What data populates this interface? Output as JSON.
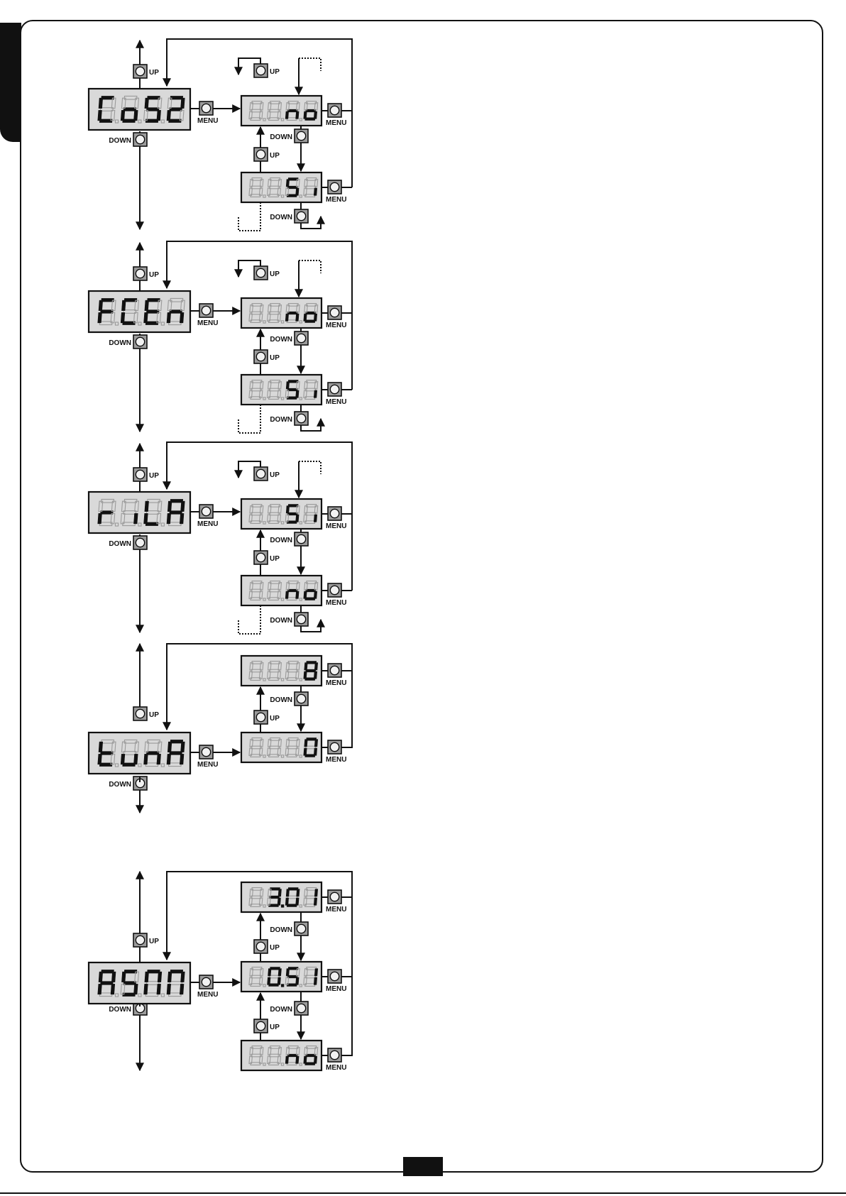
{
  "labels": {
    "up": "UP",
    "down": "DOWN",
    "menu": "MENU"
  },
  "colors": {
    "display_bg": "#d9d9d9",
    "button_bg": "#9c9c9c",
    "segment_on": "#111111",
    "segment_off": "#9a9a9a",
    "line": "#111111"
  },
  "blocks": [
    {
      "type": "toggle",
      "main": [
        {
          "ch": "C",
          "dp": true
        },
        {
          "ch": "o",
          "dp": true
        },
        {
          "ch": "S",
          "dp": true
        },
        {
          "ch": "2",
          "dp": false
        }
      ],
      "options": [
        [
          {
            "ch": "",
            "dp": true
          },
          {
            "ch": "",
            "dp": true
          },
          {
            "ch": "n",
            "dp": true
          },
          {
            "ch": "o",
            "dp": false
          }
        ],
        [
          {
            "ch": "",
            "dp": true
          },
          {
            "ch": "",
            "dp": true
          },
          {
            "ch": "S",
            "dp": true
          },
          {
            "ch": "i",
            "dp": false
          }
        ]
      ]
    },
    {
      "type": "toggle",
      "main": [
        {
          "ch": "F",
          "dp": true
        },
        {
          "ch": "C",
          "dp": true
        },
        {
          "ch": "E",
          "dp": true
        },
        {
          "ch": "n",
          "dp": false
        }
      ],
      "options": [
        [
          {
            "ch": "",
            "dp": true
          },
          {
            "ch": "",
            "dp": true
          },
          {
            "ch": "n",
            "dp": true
          },
          {
            "ch": "o",
            "dp": false
          }
        ],
        [
          {
            "ch": "",
            "dp": true
          },
          {
            "ch": "",
            "dp": true
          },
          {
            "ch": "S",
            "dp": true
          },
          {
            "ch": "i",
            "dp": false
          }
        ]
      ]
    },
    {
      "type": "toggle",
      "main": [
        {
          "ch": "r",
          "dp": true
        },
        {
          "ch": "i",
          "dp": true
        },
        {
          "ch": "L",
          "dp": true
        },
        {
          "ch": "A",
          "dp": false
        }
      ],
      "options": [
        [
          {
            "ch": "",
            "dp": true
          },
          {
            "ch": "",
            "dp": true
          },
          {
            "ch": "S",
            "dp": true
          },
          {
            "ch": "i",
            "dp": false
          }
        ],
        [
          {
            "ch": "",
            "dp": true
          },
          {
            "ch": "",
            "dp": true
          },
          {
            "ch": "n",
            "dp": true
          },
          {
            "ch": "o",
            "dp": false
          }
        ]
      ]
    },
    {
      "type": "range",
      "main": [
        {
          "ch": "t",
          "dp": true
        },
        {
          "ch": "u",
          "dp": true
        },
        {
          "ch": "n",
          "dp": true
        },
        {
          "ch": "A",
          "dp": false
        }
      ],
      "top": [
        {
          "ch": "",
          "dp": true
        },
        {
          "ch": "",
          "dp": true
        },
        {
          "ch": "",
          "dp": true
        },
        {
          "ch": "8",
          "dp": false
        }
      ],
      "bottom": [
        {
          "ch": "",
          "dp": true
        },
        {
          "ch": "",
          "dp": true
        },
        {
          "ch": "",
          "dp": true
        },
        {
          "ch": "0",
          "dp": false
        }
      ]
    },
    {
      "type": "three",
      "main": [
        {
          "ch": "A",
          "dp": true
        },
        {
          "ch": "S",
          "dp": true
        },
        {
          "ch": "M",
          "dp": true
        },
        {
          "ch": "M",
          "dp": false
        }
      ],
      "top": [
        {
          "ch": "",
          "dp": true
        },
        {
          "ch": "3",
          "dp": true,
          "dpOn": true
        },
        {
          "ch": "0",
          "dp": true
        },
        {
          "ch": "I",
          "dp": false
        }
      ],
      "mid": [
        {
          "ch": "",
          "dp": true
        },
        {
          "ch": "0",
          "dp": true,
          "dpOn": true
        },
        {
          "ch": "5",
          "dp": true
        },
        {
          "ch": "I",
          "dp": false
        }
      ],
      "bottom": [
        {
          "ch": "",
          "dp": true
        },
        {
          "ch": "",
          "dp": true
        },
        {
          "ch": "n",
          "dp": true
        },
        {
          "ch": "o",
          "dp": false
        }
      ]
    }
  ]
}
